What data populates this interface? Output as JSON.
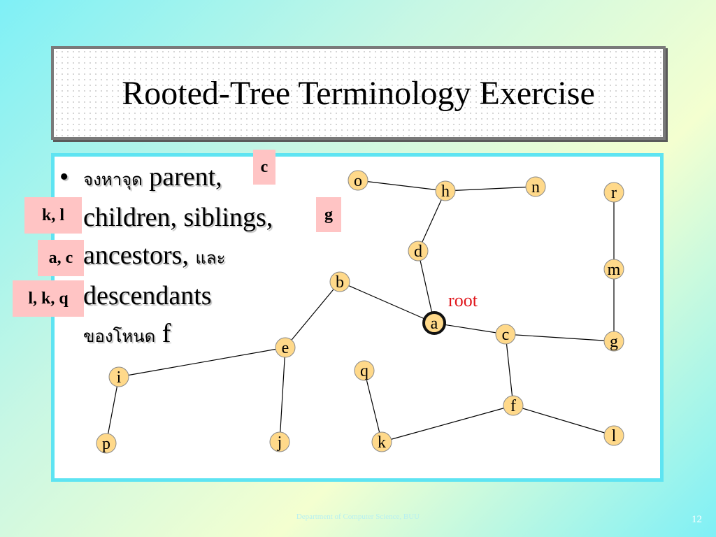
{
  "slide": {
    "title": "Rooted-Tree Terminology Exercise",
    "bullet_symbol": "•",
    "lines": {
      "l1_thai": "จงหาจุด",
      "l1_en": "parent,",
      "l2": "children, siblings,",
      "l3_en": "ancestors,",
      "l3_thai": "และ",
      "l4": "descendants",
      "l5_thai": "ของโหนด",
      "l5_en": "f"
    },
    "answers": {
      "parent": "c",
      "children": "k, l",
      "siblings": "g",
      "ancestors": "a, c",
      "descendants": "l, k, q"
    },
    "footer": "Department of Computer Science, BUU",
    "page_number": "12"
  },
  "tree": {
    "root_label": "root",
    "root_node": "a",
    "node_color": "#ffd98a",
    "root_label_color": "#e0151b",
    "nodes": [
      "o",
      "h",
      "n",
      "r",
      "d",
      "m",
      "b",
      "a",
      "c",
      "g",
      "e",
      "q",
      "i",
      "f",
      "l",
      "p",
      "j",
      "k"
    ],
    "edges": [
      [
        "o",
        "h"
      ],
      [
        "h",
        "n"
      ],
      [
        "h",
        "d"
      ],
      [
        "d",
        "a"
      ],
      [
        "b",
        "a"
      ],
      [
        "b",
        "e"
      ],
      [
        "e",
        "i"
      ],
      [
        "i",
        "p"
      ],
      [
        "e",
        "j"
      ],
      [
        "a",
        "c"
      ],
      [
        "c",
        "g"
      ],
      [
        "g",
        "m"
      ],
      [
        "m",
        "r"
      ],
      [
        "c",
        "f"
      ],
      [
        "f",
        "k"
      ],
      [
        "k",
        "q"
      ],
      [
        "f",
        "l"
      ]
    ]
  }
}
